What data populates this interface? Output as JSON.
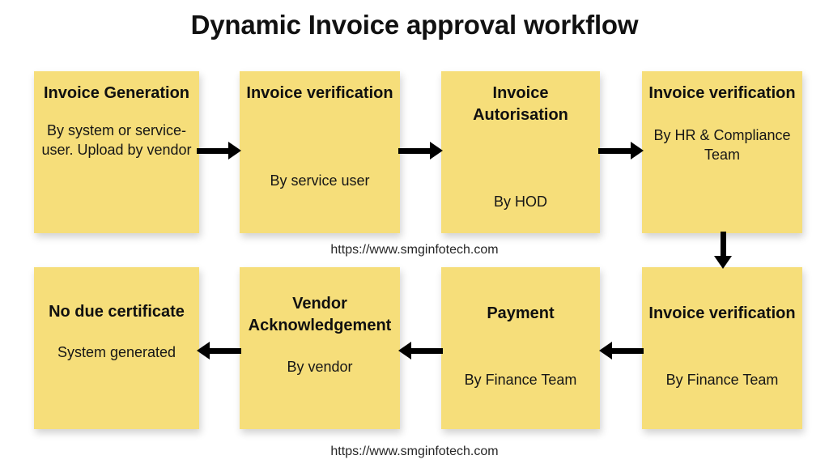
{
  "title": "Dynamic Invoice approval workflow",
  "theme": {
    "card_fill": "#F6DE7A",
    "arrow_color": "#000000",
    "background": "#FFFFFF",
    "text_color": "#111111"
  },
  "nodes": [
    {
      "id": "n1",
      "heading": "Invoice Generation",
      "subtitle": "By system or service-user. Upload by vendor"
    },
    {
      "id": "n2",
      "heading": "Invoice verification",
      "subtitle": "By service user"
    },
    {
      "id": "n3",
      "heading": "Invoice Autorisation",
      "subtitle": "By HOD"
    },
    {
      "id": "n4",
      "heading": "Invoice verification",
      "subtitle": "By HR & Compliance Team"
    },
    {
      "id": "n5",
      "heading": "Invoice verification",
      "subtitle": "By Finance Team"
    },
    {
      "id": "n6",
      "heading": "Payment",
      "subtitle": "By Finance Team"
    },
    {
      "id": "n7",
      "heading": "Vendor Acknowledgement",
      "subtitle": "By vendor"
    },
    {
      "id": "n8",
      "heading": "No due certificate",
      "subtitle": "System generated"
    }
  ],
  "connectors": [
    {
      "id": "a1",
      "from": "n1",
      "to": "n2",
      "direction": "right"
    },
    {
      "id": "a2",
      "from": "n2",
      "to": "n3",
      "direction": "right"
    },
    {
      "id": "a3",
      "from": "n3",
      "to": "n4",
      "direction": "right"
    },
    {
      "id": "a4",
      "from": "n4",
      "to": "n5",
      "direction": "down"
    },
    {
      "id": "a5",
      "from": "n5",
      "to": "n6",
      "direction": "left"
    },
    {
      "id": "a6",
      "from": "n6",
      "to": "n7",
      "direction": "left"
    },
    {
      "id": "a7",
      "from": "n7",
      "to": "n8",
      "direction": "left"
    }
  ],
  "watermarks": {
    "middle": "https://www.smginfotech.com",
    "bottom": "https://www.smginfotech.com"
  }
}
